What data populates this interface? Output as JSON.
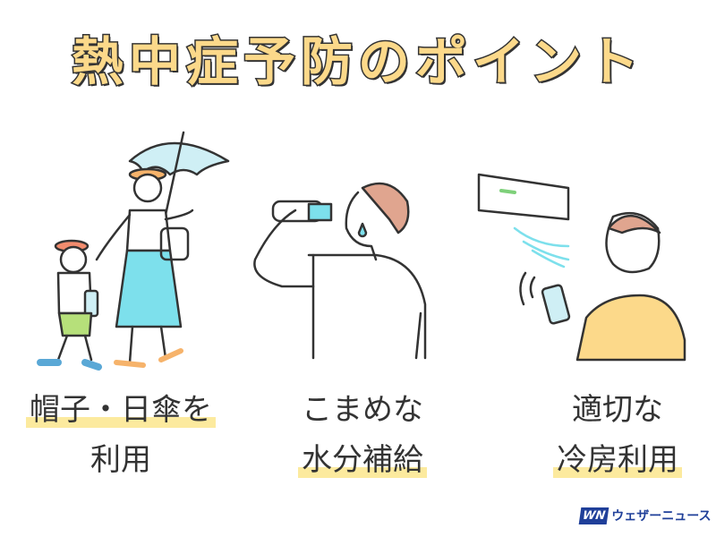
{
  "title": "熱中症予防のポイント",
  "points": [
    {
      "line1": "帽子・日傘を",
      "line2": "利用",
      "highlight": "line1"
    },
    {
      "line1": "こまめな",
      "line2": "水分補給",
      "highlight": "line2"
    },
    {
      "line1": "適切な",
      "line2": "冷房利用",
      "highlight": "line2"
    }
  ],
  "logo": {
    "mark": "WN",
    "text": "ウェザーニュース"
  },
  "colors": {
    "title_fill": "#fcd98a",
    "highlight": "#fcea9e",
    "brand": "#1f3f99",
    "line": "#333333"
  }
}
